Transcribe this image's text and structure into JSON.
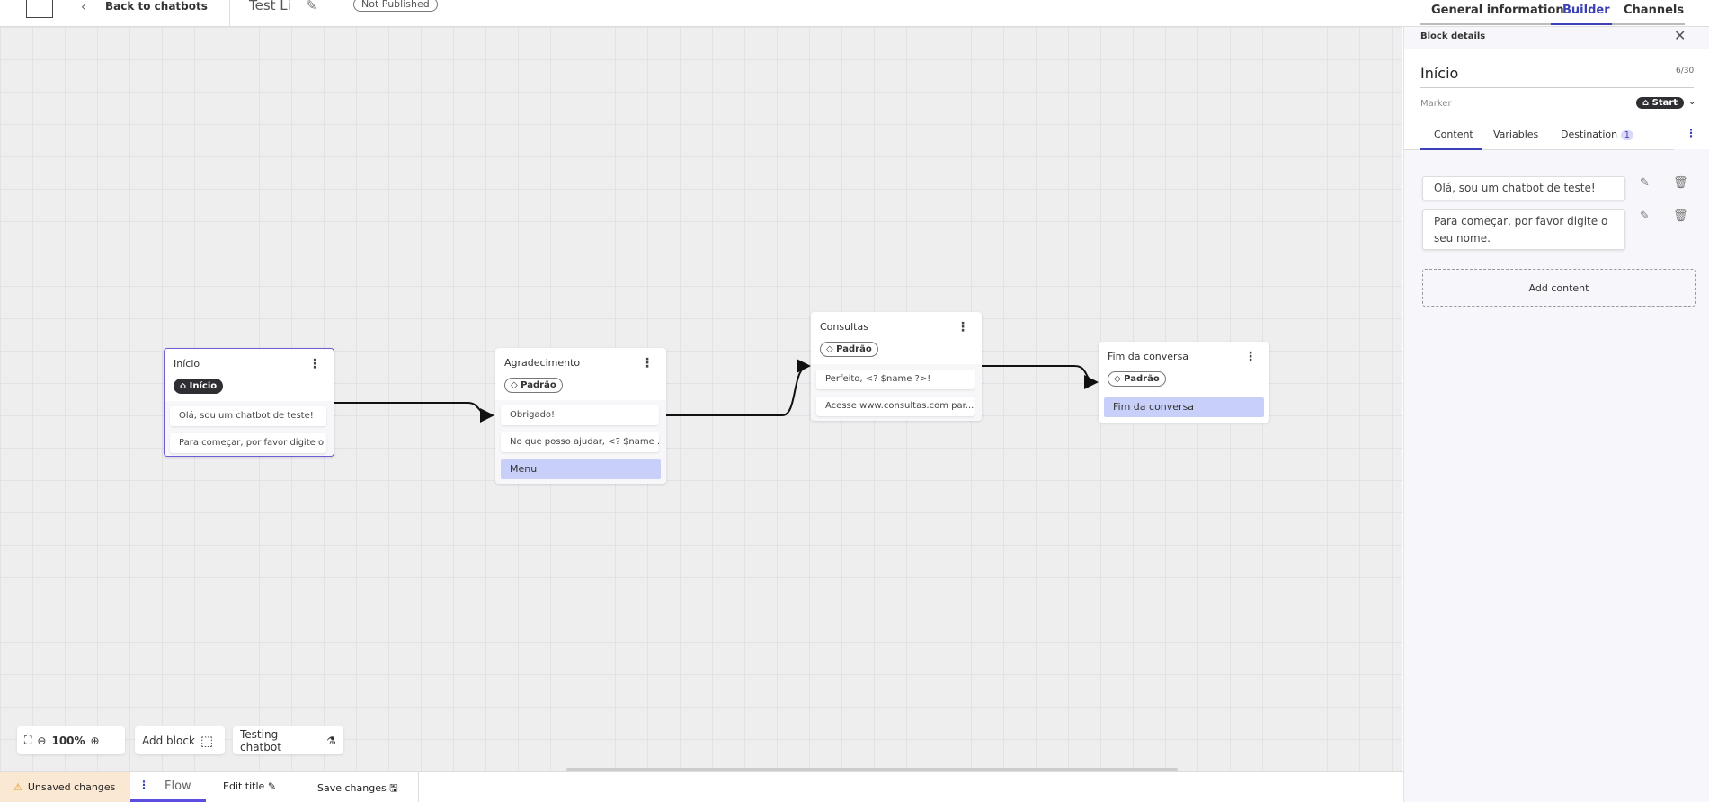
{
  "header": {
    "back_label": "Back to chatbots",
    "title": "Test Li",
    "status_badge": "Not Published",
    "tabs": [
      {
        "label": "General information"
      },
      {
        "label": "Builder",
        "active": true
      },
      {
        "label": "Channels"
      }
    ]
  },
  "canvas": {
    "blocks": [
      {
        "title": "Início",
        "tag": "Início",
        "tag_icon": "home-icon",
        "messages": [
          "Olá, sou um chatbot de teste!",
          "Para começar, por favor digite o ..."
        ],
        "selected": true
      },
      {
        "title": "Agradecimento",
        "tag": "Padrão",
        "tag_icon": "tag-icon",
        "messages": [
          "Obrigado!",
          "No que posso ajudar, <? $name ..."
        ],
        "menu": "Menu"
      },
      {
        "title": "Consultas",
        "tag": "Padrão",
        "tag_icon": "tag-icon",
        "messages": [
          "Perfeito, <? $name ?>!",
          "Acesse www.consultas.com par..."
        ]
      },
      {
        "title": "Fim da conversa",
        "tag": "Padrão",
        "tag_icon": "tag-icon",
        "messages": [],
        "menu": "Fim da conversa"
      }
    ]
  },
  "toolbar": {
    "zoom": "100%",
    "add_block": "Add block",
    "testing": "Testing chatbot"
  },
  "bottombar": {
    "unsaved": "Unsaved changes",
    "flow": "Flow",
    "edit_title": "Edit title",
    "save": "Save changes"
  },
  "panel": {
    "header": "Block details",
    "name": "Início",
    "char_count": "6/30",
    "marker_label": "Marker",
    "marker_value": "Start",
    "tabs": [
      {
        "label": "Content",
        "active": true
      },
      {
        "label": "Variables"
      },
      {
        "label": "Destination",
        "badge": "1"
      }
    ],
    "contents": [
      "Olá, sou um chatbot de teste!",
      "Para começar, por favor digite o seu nome."
    ],
    "add_content": "Add content"
  },
  "colors": {
    "accent": "#3b3fb8",
    "selected_border": "#6b5fd6",
    "menu_item": "#c8cff8",
    "unsaved_bg": "#fbe8d2"
  }
}
